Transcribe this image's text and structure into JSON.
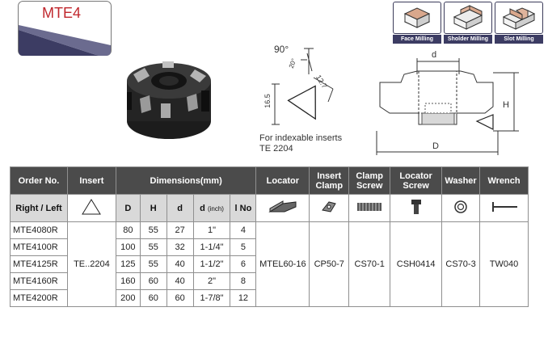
{
  "badge": {
    "title": "MTE4"
  },
  "milling": [
    {
      "label": "Face Milling"
    },
    {
      "label": "Sholder Milling"
    },
    {
      "label": "Slot Milling"
    }
  ],
  "insert_diagram": {
    "angle": "90°",
    "angle2": "20°",
    "dim_a": "12.7",
    "dim_b": "16.5",
    "note_line1": "For indexable inserts",
    "note_line2": "TE 2204"
  },
  "section_diagram": {
    "label_d": "d",
    "label_H": "H",
    "label_D": "D"
  },
  "table": {
    "headers": {
      "order_no": "Order No.",
      "insert": "Insert",
      "dimensions": "Dimensions(mm)",
      "locator": "Locator",
      "insert_clamp": "Insert Clamp",
      "clamp_screw": "Clamp Screw",
      "locator_screw": "Locator Screw",
      "washer": "Washer",
      "wrench": "Wrench"
    },
    "subheaders": {
      "right_left": "Right / Left",
      "D": "D",
      "H": "H",
      "d": "d",
      "d_inch": "d",
      "inch": "(inch)",
      "l_no": "l No"
    },
    "rows": [
      {
        "order": "MTE4080R",
        "D": "80",
        "H": "55",
        "d": "27",
        "inch": "1\"",
        "lno": "4"
      },
      {
        "order": "MTE4100R",
        "D": "100",
        "H": "55",
        "d": "32",
        "inch": "1-1/4\"",
        "lno": "5"
      },
      {
        "order": "MTE4125R",
        "D": "125",
        "H": "55",
        "d": "40",
        "inch": "1-1/2\"",
        "lno": "6"
      },
      {
        "order": "MTE4160R",
        "D": "160",
        "H": "60",
        "d": "40",
        "inch": "2\"",
        "lno": "8"
      },
      {
        "order": "MTE4200R",
        "D": "200",
        "H": "60",
        "d": "60",
        "inch": "1-7/8\"",
        "lno": "12"
      }
    ],
    "shared": {
      "insert": "TE..2204",
      "locator": "MTEL60-16",
      "insert_clamp": "CP50-7",
      "clamp_screw": "CS70-1",
      "locator_screw": "CSH0414",
      "washer": "CS70-3",
      "wrench": "TW040"
    }
  }
}
